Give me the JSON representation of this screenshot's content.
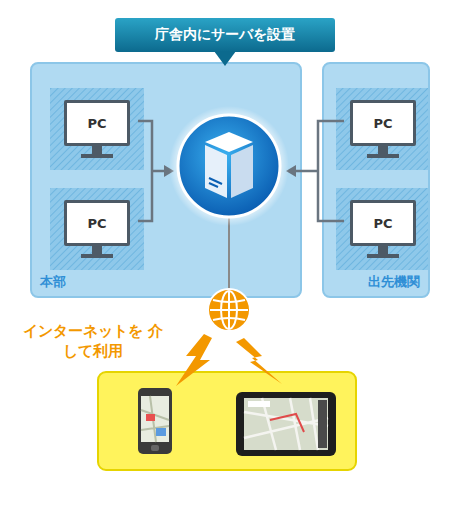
{
  "diagram": {
    "nodes": [
      {
        "text": [
          "庁舎内にサーバを設置"
        ]
      },
      {
        "text": [
          "本部"
        ]
      },
      {
        "text": [
          "PC"
        ],
        "in": 1
      },
      {
        "text": [
          "PC"
        ],
        "in": 1
      },
      {
        "text": [
          "出先機関"
        ]
      },
      {
        "text": [
          "PC"
        ],
        "in": 4
      },
      {
        "text": [
          "PC"
        ],
        "in": 4
      }
    ],
    "labels": [
      "インターネットを 介して利用"
    ]
  }
}
